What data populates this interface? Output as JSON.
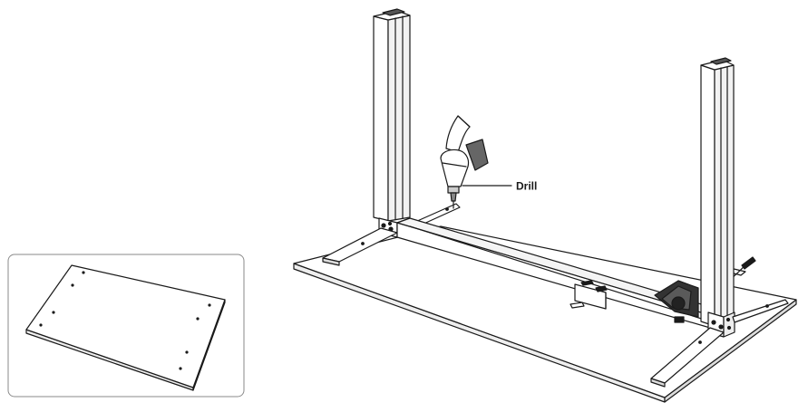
{
  "diagram": {
    "callouts": [
      {
        "id": "drill",
        "text": "Drill"
      }
    ],
    "colors": {
      "line": "#1a1a1a",
      "inset_border": "#8a8a8a",
      "panel_fill": "#ffffff",
      "shade": "#e6e6e6"
    },
    "inset": {
      "content": "tabletop-with-pilot-holes"
    },
    "main": {
      "content": "desk-frame-upside-down-on-tabletop",
      "tool": "drill-icon"
    }
  }
}
